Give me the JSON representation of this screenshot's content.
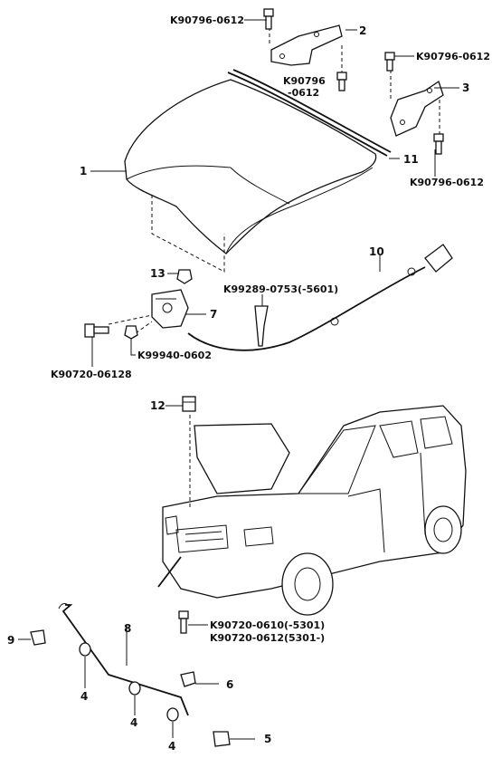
{
  "callouts": {
    "n1": "1",
    "n2": "2",
    "n3": "3",
    "n4a": "4",
    "n4b": "4",
    "n4c": "4",
    "n5": "5",
    "n6": "6",
    "n7": "7",
    "n8": "8",
    "n9": "9",
    "n10": "10",
    "n11": "11",
    "n12": "12",
    "n13": "13"
  },
  "part_numbers": {
    "hinge_bolt_top": "K90796-0612",
    "hinge_bolt_right_top": "K90796-0612",
    "hinge_bolt_mid_a": "K90796",
    "hinge_bolt_mid_b": "-0612",
    "hinge_bolt_right_bottom": "K90796-0612",
    "clip": "K99289-0753(-5601)",
    "latch_bolt": "K90720-06128",
    "latch_nut": "K99940-0602",
    "stay_bolt_a": "K90720-0610(-5301)",
    "stay_bolt_b": "K90720-0612(5301-)"
  }
}
